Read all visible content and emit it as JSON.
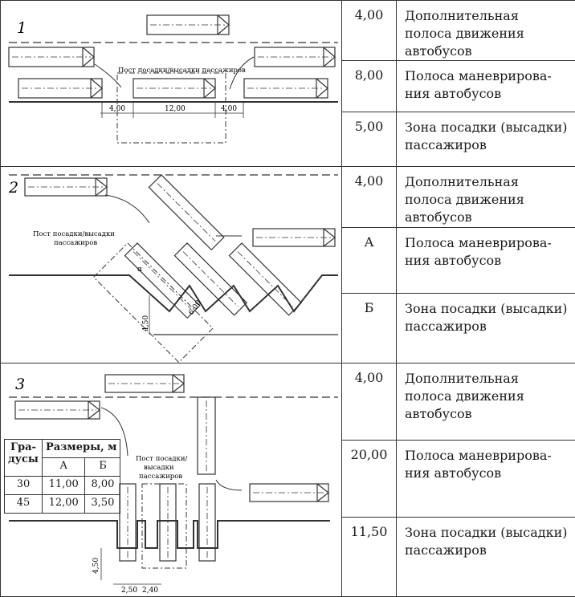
{
  "rows": [
    {
      "number": "1",
      "post_label": "Пост посадки/высадки пассажиров",
      "dims": [
        "4,00",
        "12,00",
        "4,00"
      ],
      "entries": [
        {
          "value": "4,00",
          "text": "Дополнительная полоса движения автобусов"
        },
        {
          "value": "8,00",
          "text": "Полоса маневрирова-ния автобусов"
        },
        {
          "value": "5,00",
          "text": "Зона посадки (высадки) пассажиров"
        }
      ]
    },
    {
      "number": "2",
      "post_label_1": "Пост посадки/высадки",
      "post_label_2": "пассажиров",
      "dims": [
        "4,50",
        "6,00"
      ],
      "angle_symbol": "α",
      "table": {
        "col1_header_1": "Гра-",
        "col1_header_2": "дусы",
        "col2_header": "Размеры, м",
        "sub_a": "А",
        "sub_b": "Б",
        "data": [
          [
            "30",
            "11,00",
            "8,00"
          ],
          [
            "45",
            "12,00",
            "3,50"
          ]
        ]
      },
      "entries": [
        {
          "value": "4,00",
          "text": "Дополнительная полоса движения автобусов"
        },
        {
          "value": "А",
          "text": "Полоса маневрирова-ния автобусов"
        },
        {
          "value": "Б",
          "text": "Зона посадки (высадки) пассажиров"
        }
      ]
    },
    {
      "number": "3",
      "post_label_1": "Пост посадки/",
      "post_label_2": "высадки",
      "post_label_3": "пассажиров",
      "dims": [
        "4,50",
        "2,50",
        "2,40"
      ],
      "entries": [
        {
          "value": "4,00",
          "text": "Дополнительная полоса движения автобусов"
        },
        {
          "value": "20,00",
          "text": "Полоса маневрирова-ния автобусов"
        },
        {
          "value": "11,50",
          "text": "Зона посадки (высадки) пассажиров"
        }
      ]
    }
  ]
}
